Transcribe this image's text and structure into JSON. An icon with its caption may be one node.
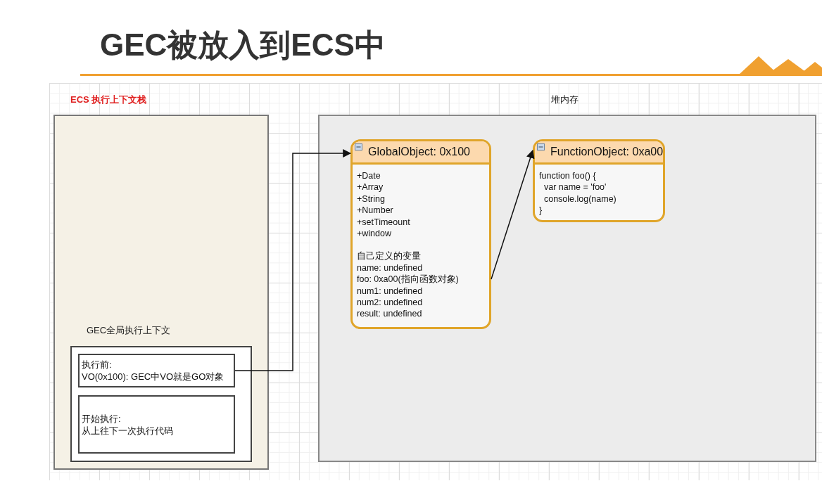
{
  "diagram": {
    "title": "GEC被放入到ECS中",
    "nodes": [
      {
        "text": [
          "ECS 执行上下文栈"
        ]
      },
      {
        "text": [
          "GEC全局执行上下文"
        ],
        "in": 0
      },
      {
        "text": [
          "执行前:",
          "VO(0x100): GEC中VO就是GO对象"
        ],
        "in": 1
      },
      {
        "text": [
          "开始执行:",
          "从上往下一次执行代码"
        ],
        "in": 1
      },
      {
        "text": [
          "堆内存"
        ]
      },
      {
        "text": [
          "GlobalObject: 0x100",
          "+Date",
          "+Array",
          "+String",
          "+Number",
          "+setTimeount",
          "+window",
          "自己定义的变量",
          "name: undefined",
          "foo: 0xa00(指向函数对象)",
          "num1: undefined",
          "num2: undefined",
          "result: undefined"
        ],
        "in": 4
      },
      {
        "text": [
          "FunctionObject: 0xa00",
          "function foo() {",
          "  var name = 'foo'",
          "  console.log(name)",
          "}"
        ],
        "in": 4
      }
    ],
    "edges": [
      {
        "from": 2,
        "to": 5,
        "arrow": "to"
      },
      {
        "from": 5,
        "to": 6,
        "arrow": "to"
      }
    ]
  }
}
